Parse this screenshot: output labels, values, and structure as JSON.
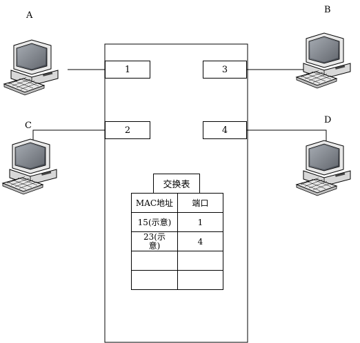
{
  "hosts": [
    {
      "label": "A"
    },
    {
      "label": "B"
    },
    {
      "label": "C"
    },
    {
      "label": "D"
    }
  ],
  "ports": [
    "1",
    "3",
    "2",
    "4"
  ],
  "table": {
    "caption": "交换表",
    "headers": [
      "MAC地址",
      "端口"
    ],
    "rows": [
      [
        "15(示意)",
        "1"
      ],
      [
        "23(示意)",
        "4"
      ],
      [
        "",
        ""
      ],
      [
        "",
        ""
      ]
    ]
  }
}
